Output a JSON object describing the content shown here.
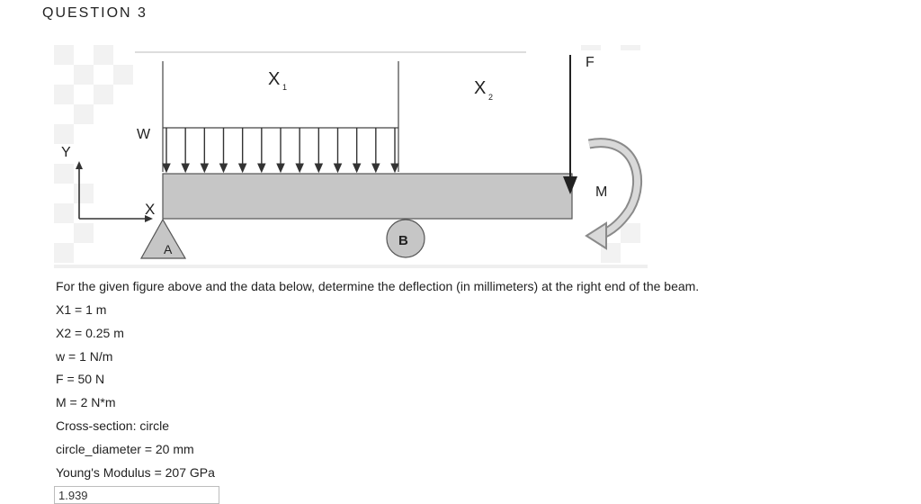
{
  "question": {
    "title": "QUESTION 3"
  },
  "figure": {
    "labels": {
      "x1": "X",
      "x1_sub": "1",
      "x2": "X",
      "x2_sub": "2",
      "w": "W",
      "y_axis": "Y",
      "x_axis": "X",
      "support_a": "A",
      "support_b": "B",
      "force": "F",
      "moment": "M"
    }
  },
  "problem": {
    "statement": "For the given figure above and the data below, determine the deflection (in millimeters) at the right end of the beam.",
    "data": [
      "X1 = 1 m",
      "X2 = 0.25 m",
      "w = 1 N/m",
      "F = 50 N",
      "M = 2 N*m",
      "Cross-section: circle",
      "circle_diameter = 20 mm",
      "Young's Modulus = 207 GPa"
    ]
  },
  "answer": {
    "value": "1.939"
  }
}
